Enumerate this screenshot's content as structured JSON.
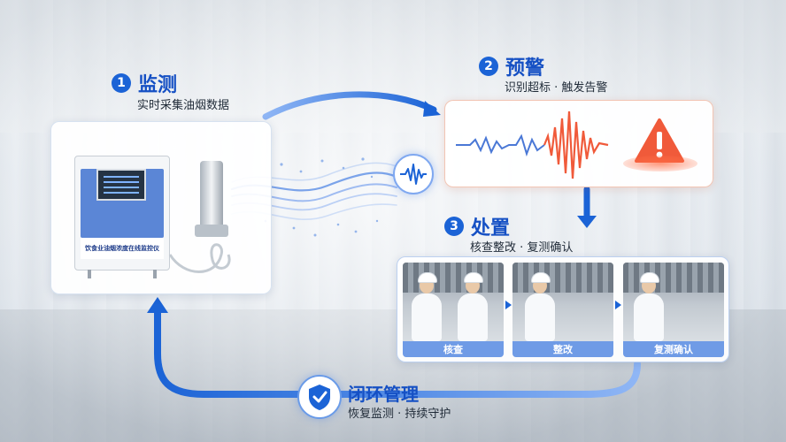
{
  "steps": [
    {
      "num": "1",
      "title": "监测",
      "subtitle": "实时采集油烟数据"
    },
    {
      "num": "2",
      "title": "预警",
      "subtitle": "识别超标 · 触发告警"
    },
    {
      "num": "3",
      "title": "处置",
      "subtitle": "核查整改 · 复测确认"
    }
  ],
  "device": {
    "label": "饮食业油烟浓度在线监控仪"
  },
  "actions": [
    {
      "label": "核查"
    },
    {
      "label": "整改"
    },
    {
      "label": "复测确认"
    }
  ],
  "loop": {
    "title": "闭环管理",
    "subtitle": "恢复监测 · 持续守护"
  },
  "colors": {
    "primary": "#1b63d6",
    "title": "#1550c4",
    "alert": "#f05a3a",
    "waveBlue": "#4a78d6"
  },
  "icons": [
    "sound-wave-icon",
    "warning-icon",
    "shield-check-icon",
    "arrow-icon"
  ]
}
